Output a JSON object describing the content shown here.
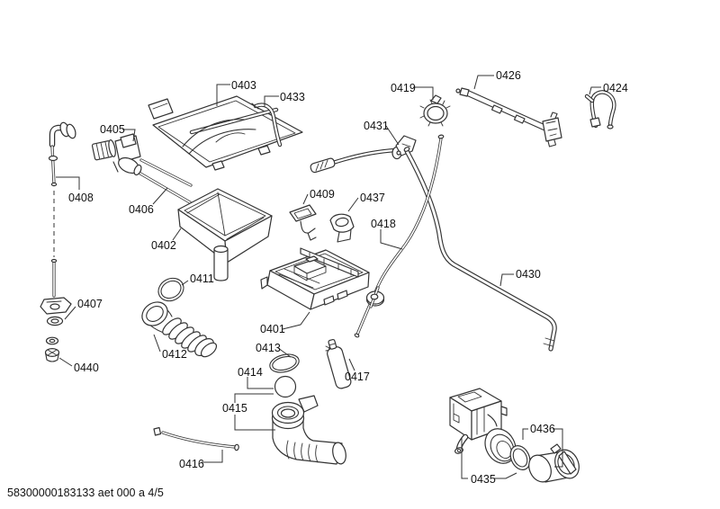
{
  "colors": {
    "ink": "#333333",
    "background": "#ffffff"
  },
  "diagram": {
    "footer": "58300000183133 aet 000 a 4/5",
    "labels": {
      "p0401": "0401",
      "p0402": "0402",
      "p0403": "0403",
      "p0405": "0405",
      "p0406": "0406",
      "p0407": "0407",
      "p0408": "0408",
      "p0409": "0409",
      "p0411": "0411",
      "p0412": "0412",
      "p0413": "0413",
      "p0414": "0414",
      "p0415": "0415",
      "p0416": "0416",
      "p0417": "0417",
      "p0418": "0418",
      "p0419": "0419",
      "p0424": "0424",
      "p0426": "0426",
      "p0430": "0430",
      "p0431": "0431",
      "p0433": "0433",
      "p0435": "0435",
      "p0436": "0436",
      "p0437": "0437",
      "p0440": "0440"
    }
  }
}
